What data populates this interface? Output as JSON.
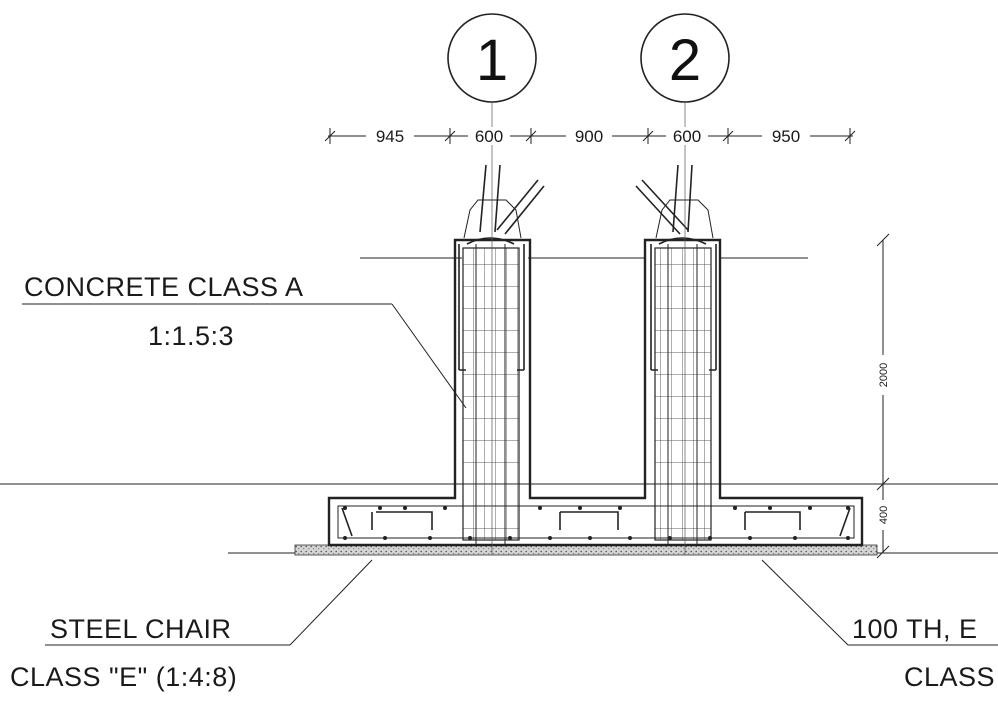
{
  "gridlines": [
    {
      "label": "1"
    },
    {
      "label": "2"
    }
  ],
  "dimensions": {
    "horizontal": [
      "945",
      "600",
      "900",
      "600",
      "950"
    ],
    "column_height": "2000",
    "footing_depth": "400"
  },
  "annotations": {
    "concrete_class": "CONCRETE CLASS A",
    "concrete_mix": "1:1.5:3",
    "steel_chair": "STEEL CHAIR",
    "blinding_class": "CLASS \"E\" (1:4:8)",
    "blinding_thickness": "100 TH, E",
    "blinding_class_right": "CLASS"
  },
  "colors": {
    "ink": "#222222",
    "hatch": "#9a9a9a"
  }
}
